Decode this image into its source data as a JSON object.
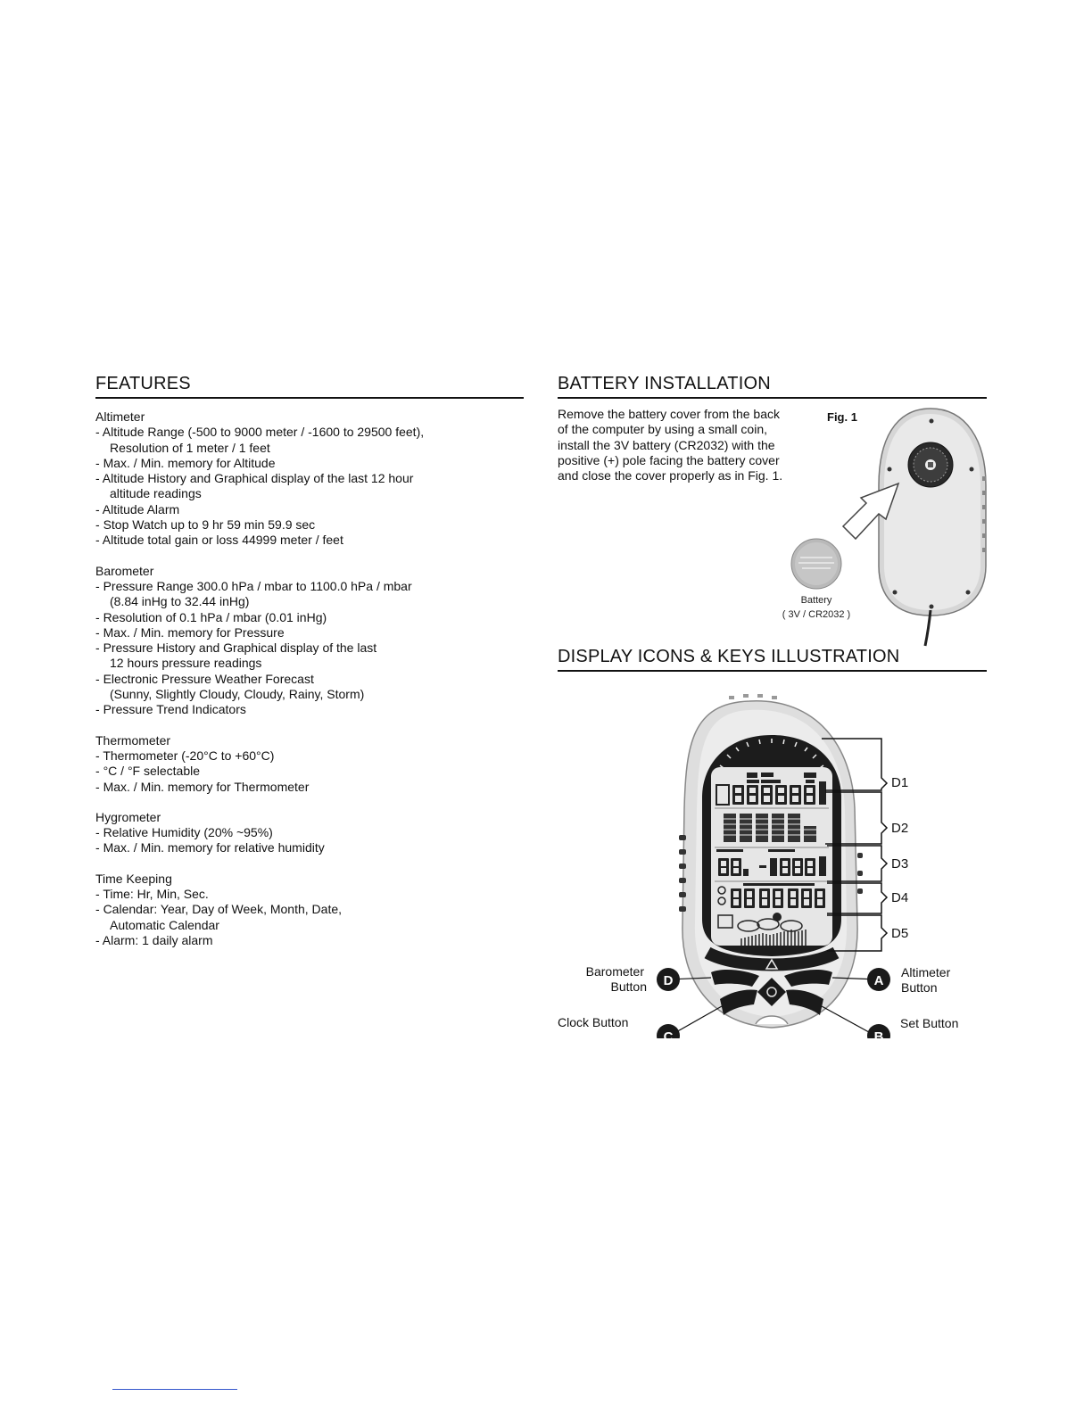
{
  "features": {
    "title": "FEATURES",
    "groups": [
      {
        "name": "Altimeter",
        "items": [
          [
            "Altitude Range (-500 to 9000 meter / -1600 to 29500 feet),",
            "Resolution of 1 meter / 1 feet"
          ],
          [
            "Max. / Min. memory for Altitude"
          ],
          [
            "Altitude History and Graphical display of the last 12 hour",
            "altitude readings"
          ],
          [
            "Altitude Alarm"
          ],
          [
            "Stop Watch up to 9 hr 59 min 59.9 sec"
          ],
          [
            "Altitude total gain or loss 44999 meter / feet"
          ]
        ]
      },
      {
        "name": "Barometer",
        "items": [
          [
            "Pressure Range 300.0 hPa / mbar to 1100.0 hPa / mbar",
            "(8.84 inHg to 32.44  inHg)"
          ],
          [
            "Resolution of 0.1 hPa / mbar (0.01 inHg)"
          ],
          [
            "Max. / Min. memory for Pressure"
          ],
          [
            "Pressure History and Graphical display of the last",
            "12 hours pressure readings"
          ],
          [
            "Electronic Pressure Weather Forecast",
            "(Sunny, Slightly Cloudy, Cloudy, Rainy, Storm)"
          ],
          [
            "Pressure Trend Indicators"
          ]
        ]
      },
      {
        "name": "Thermometer",
        "items": [
          [
            "Thermometer (-20°C to +60°C)"
          ],
          [
            "°C / °F selectable"
          ],
          [
            "Max. / Min. memory for Thermometer"
          ]
        ]
      },
      {
        "name": "Hygrometer",
        "items": [
          [
            "Relative Humidity (20% ~95%)"
          ],
          [
            "Max. / Min. memory for relative humidity"
          ]
        ]
      },
      {
        "name": "Time Keeping",
        "items": [
          [
            "Time: Hr, Min, Sec."
          ],
          [
            "Calendar: Year, Day of Week, Month, Date,",
            "Automatic Calendar"
          ],
          [
            "Alarm: 1 daily alarm"
          ]
        ]
      }
    ]
  },
  "battery": {
    "title": "BATTERY INSTALLATION",
    "text": "Remove the battery cover from the back of the computer by using a small coin, install the 3V battery (CR2032) with the positive (+) pole facing the battery cover and close the cover properly as in Fig. 1.",
    "fig_label": "Fig. 1",
    "battery_label": "Battery",
    "battery_spec": "( 3V / CR2032 )"
  },
  "display": {
    "title": "DISPLAY ICONS & KEYS ILLUSTRATION",
    "regions": [
      "D1",
      "D2",
      "D3",
      "D4",
      "D5"
    ],
    "buttons": {
      "barometer": {
        "letter": "D",
        "label_1": "Barometer",
        "label_2": "Button"
      },
      "altimeter": {
        "letter": "A",
        "label_1": "Altimeter",
        "label_2": "Button"
      },
      "clock": {
        "letter": "C",
        "label": "Clock Button"
      },
      "set": {
        "letter": "B",
        "label": "Set Button"
      }
    }
  },
  "colors": {
    "text": "#111111",
    "device_body": "#dcdcdc",
    "lcd": "#e8e8e8",
    "button_dark": "#1a1a1a"
  }
}
